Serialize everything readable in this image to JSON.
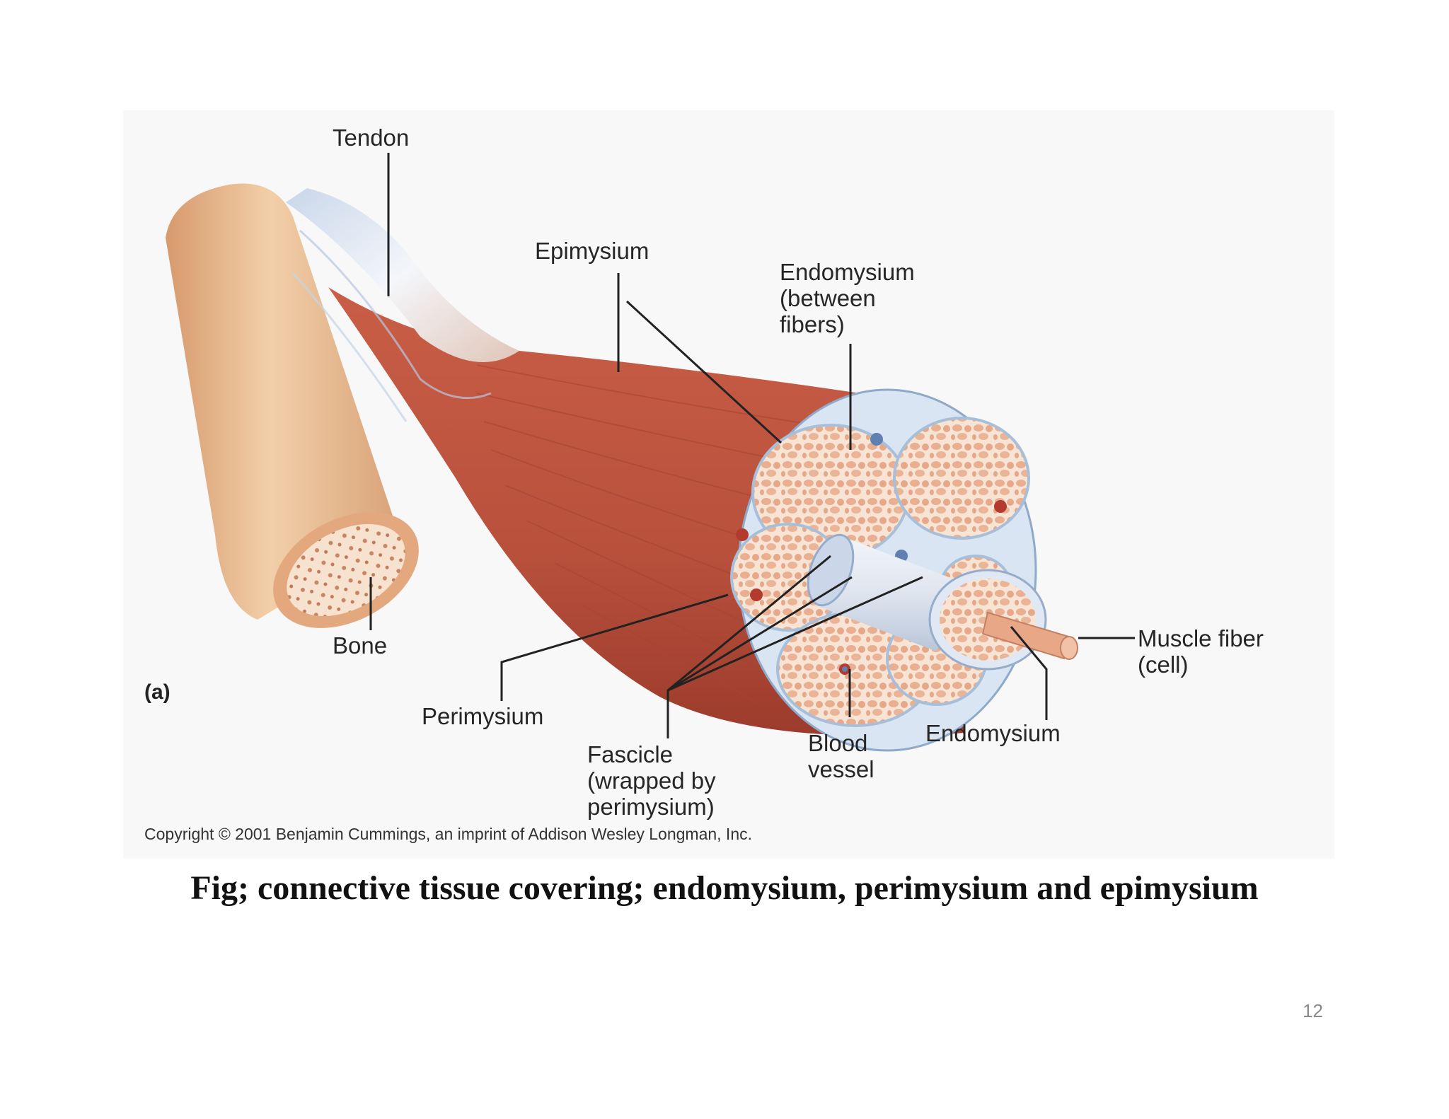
{
  "figure": {
    "panel_label": "(a)",
    "labels": {
      "tendon": "Tendon",
      "epimysium": "Epimysium",
      "endomysium_top": [
        "Endomysium",
        "(between",
        "fibers)"
      ],
      "bone": "Bone",
      "perimysium": "Perimysium",
      "fascicle": [
        "Fascicle",
        "(wrapped by",
        "perimysium)"
      ],
      "blood_vessel": [
        "Blood",
        "vessel"
      ],
      "endomysium_bottom": "Endomysium",
      "muscle_fiber": [
        "Muscle fiber",
        "(cell)"
      ]
    },
    "copyright": "Copyright © 2001 Benjamin Cummings, an imprint of Addison Wesley Longman, Inc.",
    "colors": {
      "muscle": "#c0553f",
      "muscle_dark": "#9a3a2b",
      "tendon": "#dfe6f0",
      "bone": "#e9b98f",
      "fascicle_bg": "#f6e1d0",
      "fiber": "#eab597",
      "sheath": "#bcd0e6"
    }
  },
  "caption": "Fig; connective tissue covering; endomysium, perimysium and epimysium",
  "page_number": "12"
}
